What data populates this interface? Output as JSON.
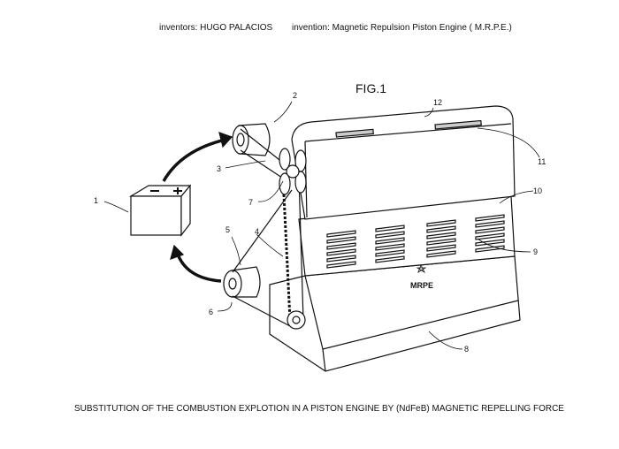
{
  "header": {
    "inventors": "inventors: HUGO PALACIOS",
    "invention": "invention: Magnetic Repulsion Piston Engine  ( M.R.P.E.)"
  },
  "figure_label": "FIG.1",
  "logo_text": "MRPE",
  "part_labels": {
    "p1": "1",
    "p2": "2",
    "p3": "3",
    "p4": "4",
    "p5": "5",
    "p6": "6",
    "p7": "7",
    "p8": "8",
    "p9": "9",
    "p10": "10",
    "p11": "11",
    "p12": "12"
  },
  "caption": "SUBSTITUTION OF THE COMBUSTION EXPLOTION  IN A PISTON ENGINE BY (NdFeB) MAGNETIC REPELLING FORCE"
}
